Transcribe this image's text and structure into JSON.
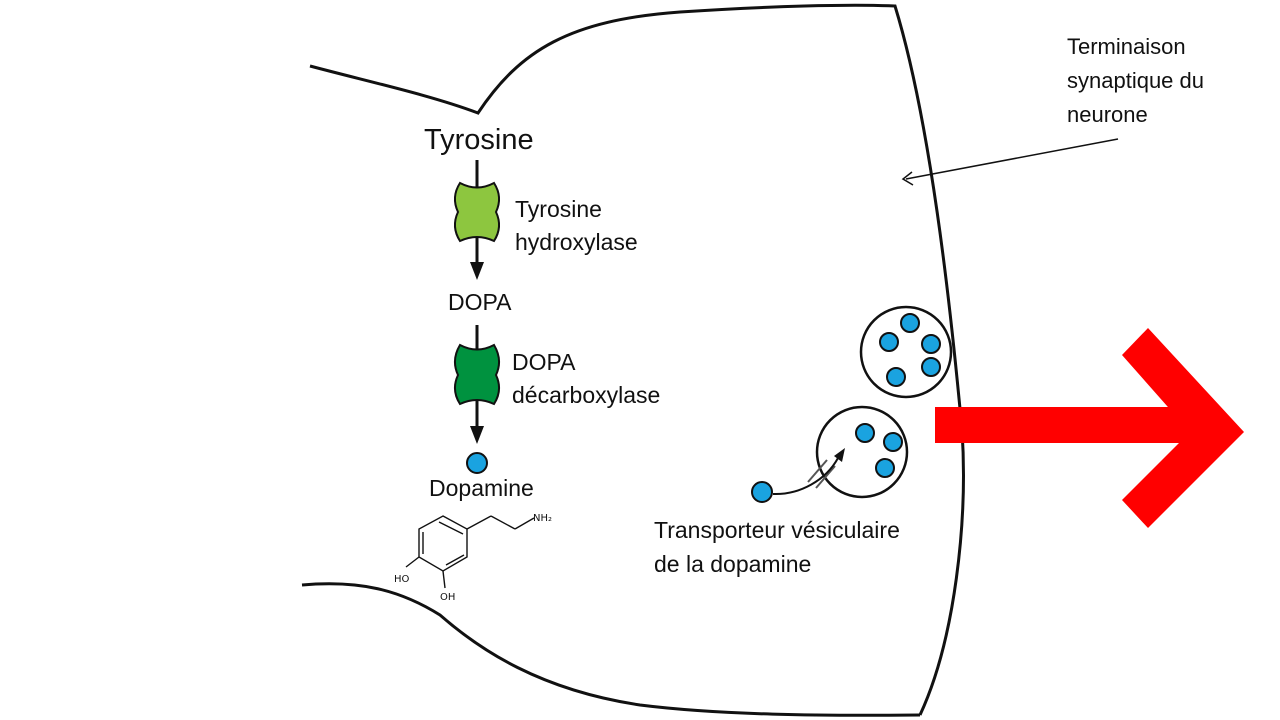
{
  "labels": {
    "tyrosine": "Tyrosine",
    "enzyme1_line1": "Tyrosine",
    "enzyme1_line2": "hydroxylase",
    "dopa": "DOPA",
    "enzyme2_line1": "DOPA",
    "enzyme2_line2": "décarboxylase",
    "dopamine": "Dopamine",
    "terminal_line1": "Terminaison",
    "terminal_line2": "synaptique du",
    "terminal_line3": "neurone",
    "transporter_line1": "Transporteur vésiculaire",
    "transporter_line2": "de la dopamine",
    "nh2": "NH₂",
    "ho": "HO",
    "oh": "OH"
  },
  "colors": {
    "enzyme1": "#8dc63f",
    "enzyme2": "#00923f",
    "dopamine_molecule": "#1aa3e0",
    "release_arrow": "#ff0000",
    "outline": "#111111"
  },
  "icons": {
    "enzyme": "enzyme-shape",
    "molecule": "dopamine-dot",
    "vesicle": "vesicle-circle",
    "release": "release-arrow"
  }
}
